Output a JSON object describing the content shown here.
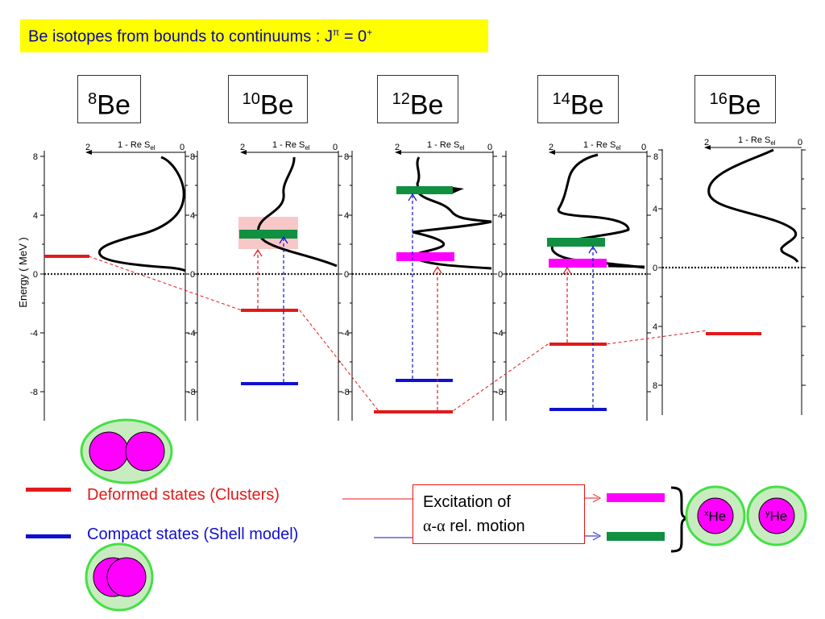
{
  "title": {
    "prefix": "Be isotopes from bounds to continuums : J",
    "sup_pi": "π",
    "equals": " = 0",
    "sup_plus": "+"
  },
  "isotopes": [
    {
      "mass": "8",
      "symbol": "Be"
    },
    {
      "mass": "10",
      "symbol": "Be"
    },
    {
      "mass": "12",
      "symbol": "Be"
    },
    {
      "mass": "14",
      "symbol": "Be"
    },
    {
      "mass": "16",
      "symbol": "Be"
    }
  ],
  "panel_axis": {
    "left_label": "2",
    "right_label": "0",
    "title_main": "1 - Re S",
    "title_sub": "el",
    "y_ticks": [
      "8",
      "4",
      "0",
      "-4",
      "-8"
    ],
    "y_ticks_16be": [
      "8",
      "4",
      "0",
      "4",
      "8"
    ]
  },
  "y_axis_label": "Energy ( MeV )",
  "levels": {
    "8Be": [
      {
        "kind": "deformed",
        "energy_mev": 1.3
      }
    ],
    "10Be": [
      {
        "kind": "deformed",
        "energy_mev": -2.4
      },
      {
        "kind": "compact",
        "energy_mev": -7.4
      },
      {
        "kind": "alpha-alpha",
        "energy_mev": 2.6
      }
    ],
    "12Be": [
      {
        "kind": "deformed",
        "energy_mev": -9.3
      },
      {
        "kind": "compact",
        "energy_mev": -7.2
      },
      {
        "kind": "he-he",
        "energy_mev": 1.2
      },
      {
        "kind": "alpha-alpha",
        "energy_mev": 5.6
      }
    ],
    "14Be": [
      {
        "kind": "deformed",
        "energy_mev": -4.8
      },
      {
        "kind": "compact",
        "energy_mev": -9.1
      },
      {
        "kind": "he-he",
        "energy_mev": 0.8
      },
      {
        "kind": "alpha-alpha",
        "energy_mev": 2.2
      }
    ],
    "16Be": [
      {
        "kind": "deformed",
        "energy_mev": -4.5
      }
    ]
  },
  "legend": {
    "deformed": "Deformed states (Clusters)",
    "compact": "Compact  states (Shell model)"
  },
  "excitation": {
    "line1": "Excitation of",
    "alpha": "α",
    "dash": "-",
    "rest": " rel. motion"
  },
  "he_labels": {
    "x_sup": "x",
    "y_sup": "y",
    "He": "He"
  },
  "colors": {
    "title_bg": "#ffff00",
    "title_text": "#0a0a9a",
    "deformed": "#e11a1a",
    "compact": "#1010d0",
    "magenta": "#ff00ff",
    "green": "#109040",
    "highlight": "#f8c8c8",
    "cluster_fill": "#c8ecc0",
    "cluster_ring": "#44e044"
  }
}
